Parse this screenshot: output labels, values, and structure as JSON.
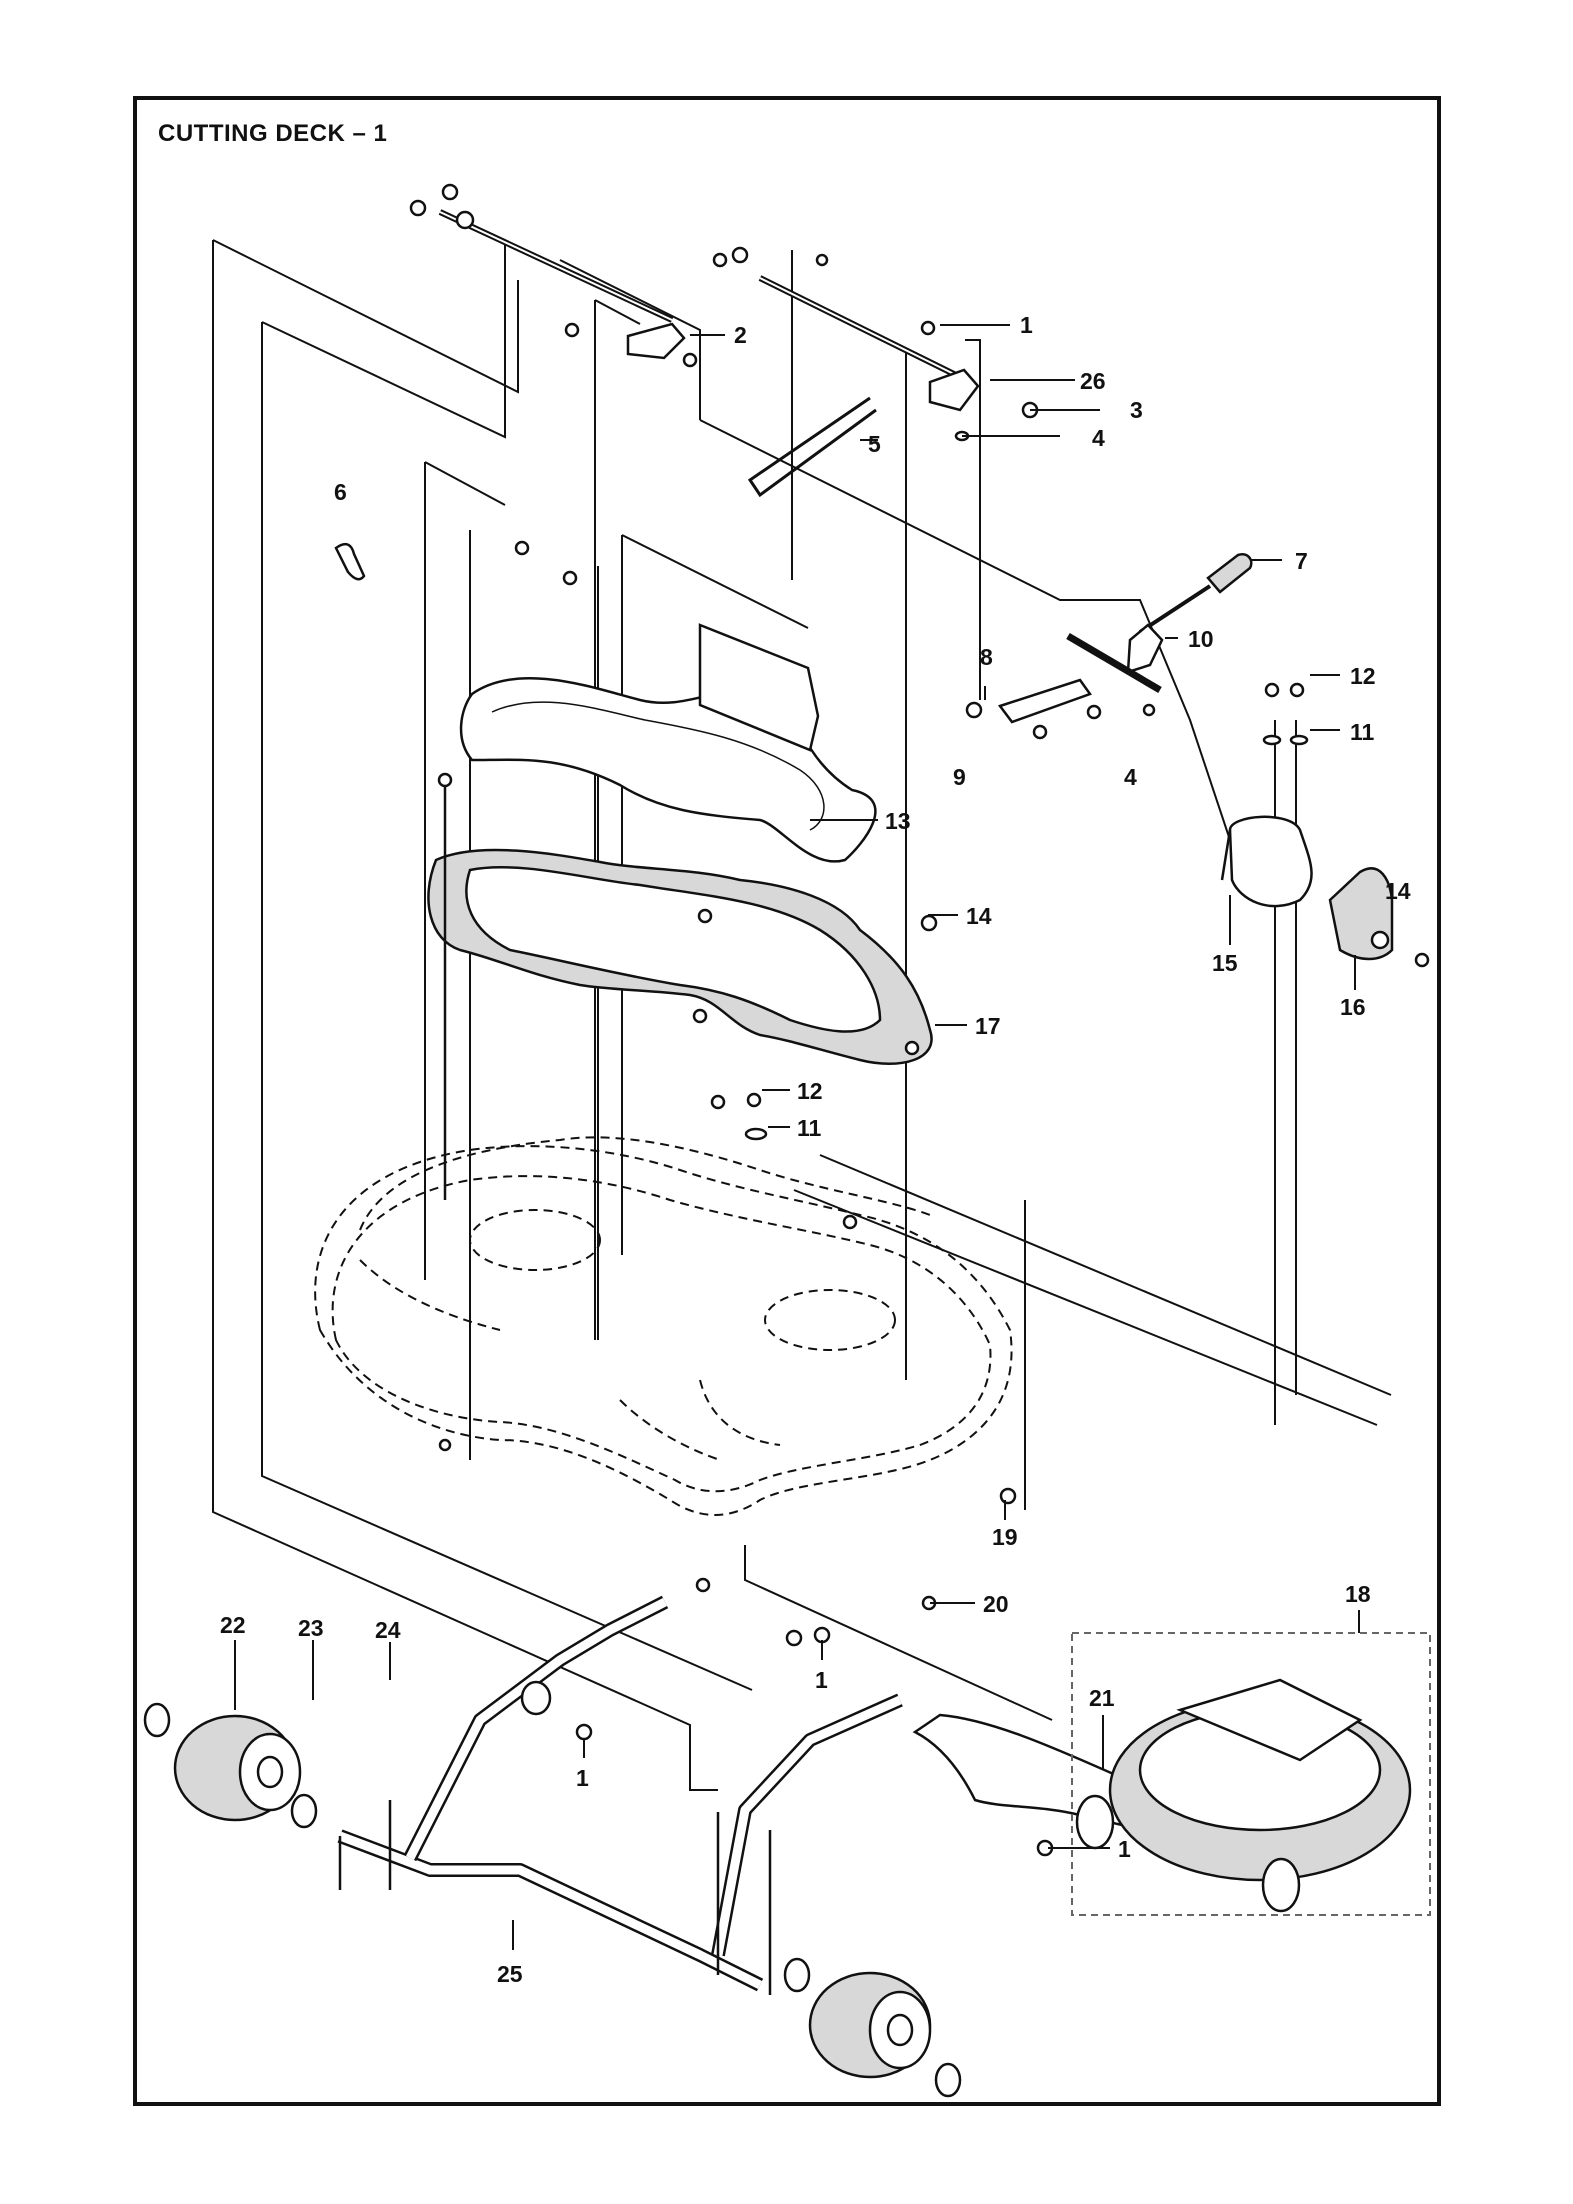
{
  "title": "CUTTING DECK – 1",
  "callouts": [
    {
      "id": "c2",
      "text": "2"
    },
    {
      "id": "c1a",
      "text": "1"
    },
    {
      "id": "c26",
      "text": "26"
    },
    {
      "id": "c3",
      "text": "3"
    },
    {
      "id": "c4a",
      "text": "4"
    },
    {
      "id": "c5",
      "text": "5"
    },
    {
      "id": "c6",
      "text": "6"
    },
    {
      "id": "c7",
      "text": "7"
    },
    {
      "id": "c10",
      "text": "10"
    },
    {
      "id": "c8",
      "text": "8"
    },
    {
      "id": "c12a",
      "text": "12"
    },
    {
      "id": "c11a",
      "text": "11"
    },
    {
      "id": "c9",
      "text": "9"
    },
    {
      "id": "c4b",
      "text": "4"
    },
    {
      "id": "c13",
      "text": "13"
    },
    {
      "id": "c14a",
      "text": "14"
    },
    {
      "id": "c14b",
      "text": "14"
    },
    {
      "id": "c15",
      "text": "15"
    },
    {
      "id": "c16",
      "text": "16"
    },
    {
      "id": "c17",
      "text": "17"
    },
    {
      "id": "c12b",
      "text": "12"
    },
    {
      "id": "c11b",
      "text": "11"
    },
    {
      "id": "c19",
      "text": "19"
    },
    {
      "id": "c20",
      "text": "20"
    },
    {
      "id": "c1b",
      "text": "1"
    },
    {
      "id": "c22",
      "text": "22"
    },
    {
      "id": "c23",
      "text": "23"
    },
    {
      "id": "c24",
      "text": "24"
    },
    {
      "id": "c1c",
      "text": "1"
    },
    {
      "id": "c21",
      "text": "21"
    },
    {
      "id": "c18",
      "text": "18"
    },
    {
      "id": "c1d",
      "text": "1"
    },
    {
      "id": "c25",
      "text": "25"
    }
  ],
  "icons": {
    "bolt": "bolt-icon",
    "nut": "nut-icon",
    "washer": "washer-icon",
    "wheel": "wheel-icon"
  }
}
